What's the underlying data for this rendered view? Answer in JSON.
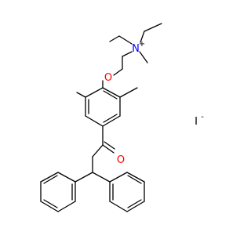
{
  "molecule": {
    "atoms": {
      "ether_oxygen": {
        "symbol": "O",
        "color": "#ff0000"
      },
      "ketone_oxygen": {
        "symbol": "O",
        "color": "#ff0000"
      },
      "ammonium_nitrogen": {
        "symbol": "N",
        "charge": "+",
        "color": "#0000ff"
      }
    },
    "counterion": {
      "symbol": "I",
      "charge": "-",
      "color": "#000000"
    },
    "bond_color": "#000000"
  }
}
